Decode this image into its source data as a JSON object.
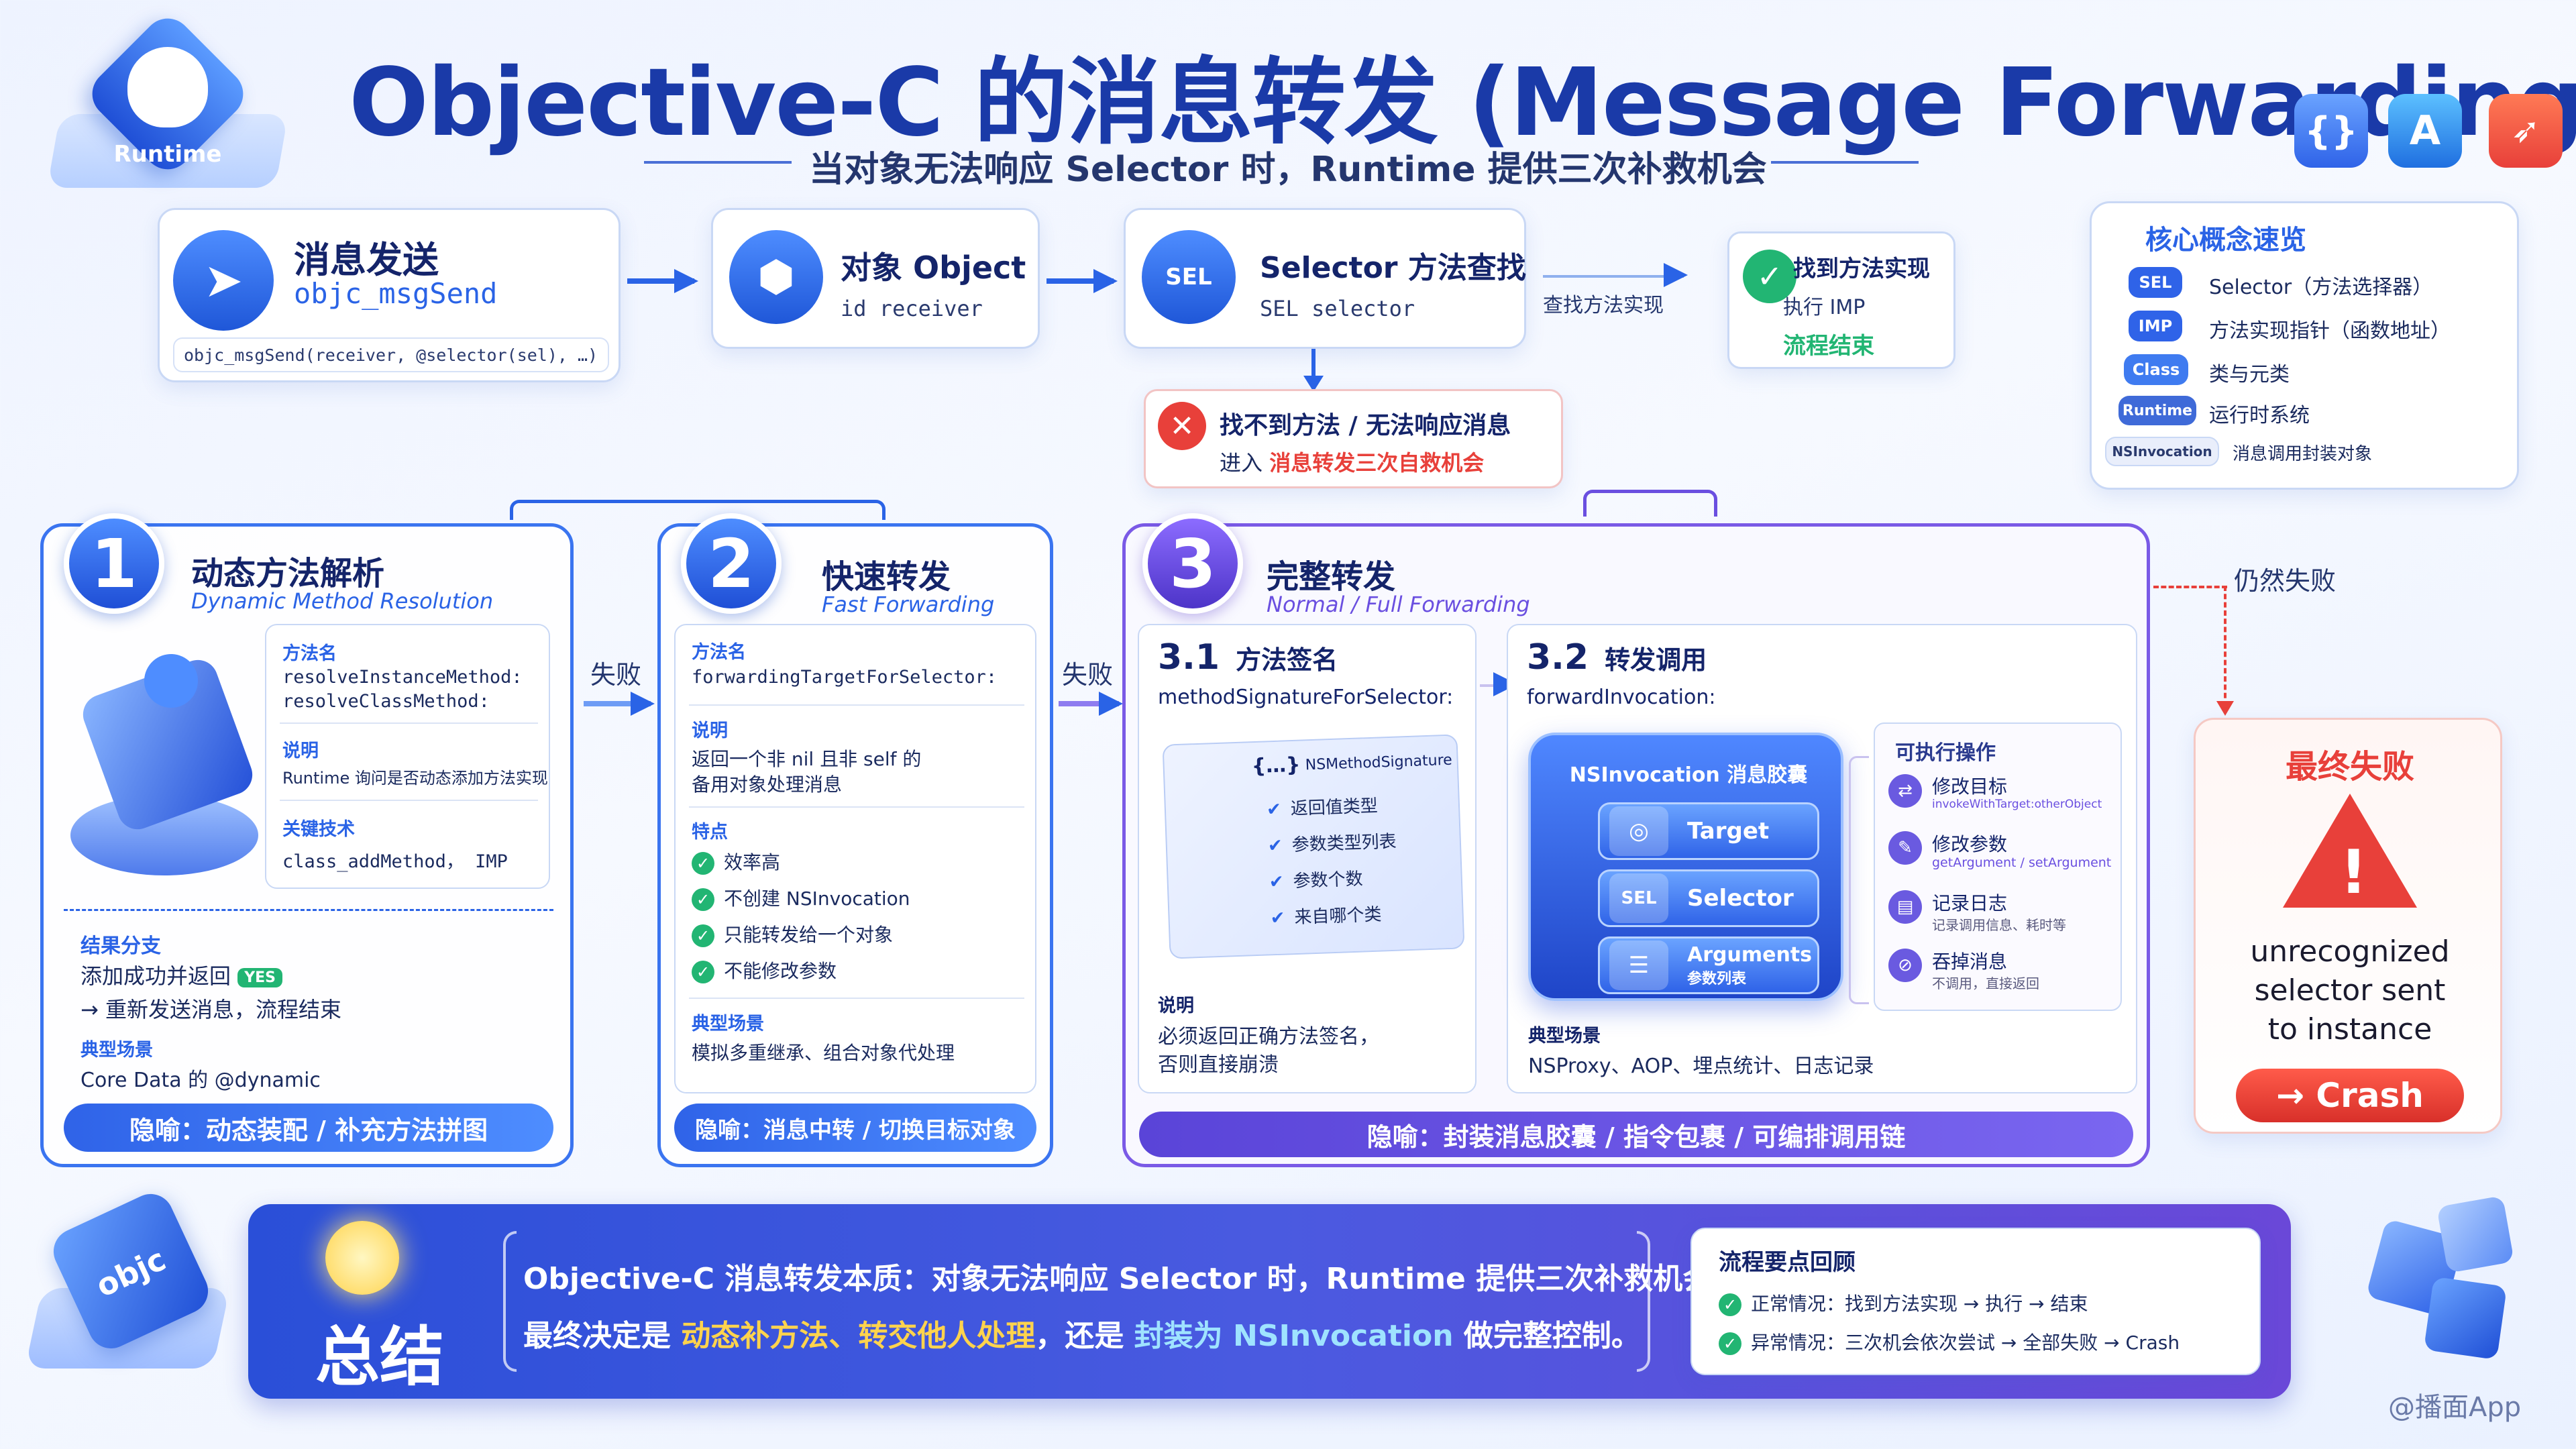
{
  "header": {
    "title": "Objective-C 的消息转发 (Message Forwarding)?",
    "subtitle": "当对象无法响应 Selector 时，Runtime 提供三次补救机会",
    "runtime_badge": "Runtime"
  },
  "flow": {
    "send": {
      "title": "消息发送",
      "func": "objc_msgSend",
      "code": "objc_msgSend(receiver, @selector(sel), …)"
    },
    "object": {
      "title": "对象 Object",
      "sub": "id receiver"
    },
    "lookup": {
      "title": "Selector 方法查找",
      "sub": "SEL selector",
      "icon_text": "SEL"
    },
    "found_label": "查找方法实现",
    "found": {
      "title": "找到方法实现",
      "sub": "执行 IMP",
      "end": "流程结束"
    },
    "notfound": {
      "title": "找不到方法 / 无法响应消息",
      "sub_prefix": "进入 ",
      "sub_highlight": "消息转发三次自救机会"
    }
  },
  "concepts": {
    "title": "核心概念速览",
    "items": [
      {
        "tag": "SEL",
        "text": "Selector（方法选择器）"
      },
      {
        "tag": "IMP",
        "text": "方法实现指针（函数地址）"
      },
      {
        "tag": "Class",
        "text": "类与元类"
      },
      {
        "tag": "Runtime",
        "text": "运行时系统"
      },
      {
        "tag": "NSInvocation",
        "text": "消息调用封装对象"
      }
    ]
  },
  "stage1": {
    "num": "1",
    "title": "动态方法解析",
    "subtitle": "Dynamic Method Resolution",
    "method_label": "方法名",
    "method1": "resolveInstanceMethod:",
    "method2": "resolveClassMethod:",
    "desc_label": "说明",
    "desc": "Runtime 询问是否动态添加方法实现",
    "tech_label": "关键技术",
    "tech": "class_addMethod， IMP",
    "branch_label": "结果分支",
    "branch1": "添加成功并返回",
    "yes": "YES",
    "branch2": "→ 重新发送消息，流程结束",
    "scene_label": "典型场景",
    "scene": "Core Data 的 @dynamic",
    "metaphor": "隐喻：动态装配 / 补充方法拼图"
  },
  "fail1": "失败",
  "stage2": {
    "num": "2",
    "title": "快速转发",
    "subtitle": "Fast Forwarding",
    "method_label": "方法名",
    "method": "forwardingTargetForSelector:",
    "desc_label": "说明",
    "desc1": "返回一个非 nil 且非 self 的",
    "desc2": "备用对象处理消息",
    "feat_label": "特点",
    "feats": [
      "效率高",
      "不创建 NSInvocation",
      "只能转发给一个对象",
      "不能修改参数"
    ],
    "scene_label": "典型场景",
    "scene": "模拟多重继承、组合对象代处理",
    "metaphor": "隐喻：消息中转 / 切换目标对象"
  },
  "fail2": "失败",
  "stage3": {
    "num": "3",
    "title": "完整转发",
    "subtitle": "Normal / Full Forwarding",
    "s31": {
      "num": "3.1",
      "title": "方法签名",
      "method": "methodSignatureForSelector:",
      "card_title": "NSMethodSignature",
      "card_icon": "{…}",
      "items": [
        "返回值类型",
        "参数类型列表",
        "参数个数",
        "来自哪个类"
      ],
      "desc_label": "说明",
      "desc1": "必须返回正确方法签名，",
      "desc2": "否则直接崩溃"
    },
    "s32": {
      "num": "3.2",
      "title": "转发调用",
      "method": "forwardInvocation:",
      "capsule_title": "NSInvocation 消息胶囊",
      "pills": [
        {
          "icon": "◎",
          "label": "Target",
          "sub": ""
        },
        {
          "icon": "SEL",
          "label": "Selector",
          "sub": ""
        },
        {
          "icon": "☰",
          "label": "Arguments",
          "sub": "参数列表"
        }
      ],
      "ops_title": "可执行操作",
      "ops": [
        {
          "title": "修改目标",
          "sub": "invokeWithTarget:otherObject"
        },
        {
          "title": "修改参数",
          "sub": "getArgument / setArgument"
        },
        {
          "title": "记录日志",
          "sub": "记录调用信息、耗时等"
        },
        {
          "title": "吞掉消息",
          "sub": "不调用，直接返回"
        }
      ],
      "scene_label": "典型场景",
      "scene": "NSProxy、AOP、埋点统计、日志记录"
    },
    "metaphor": "隐喻：封装消息胶囊 / 指令包裹 / 可编排调用链"
  },
  "still_fail": "仍然失败",
  "final": {
    "title": "最终失败",
    "msg1": "unrecognized",
    "msg2": "selector sent",
    "msg3": "to instance",
    "crash": "→ Crash"
  },
  "summary": {
    "label": "总结",
    "line1": "Objective-C 消息转发本质：对象无法响应 Selector 时，Runtime 提供三次补救机会，",
    "line2a": "最终决定是 ",
    "line2b": "动态补方法、转交他人处理",
    "line2c": "，还是 ",
    "line2d": "封装为 NSInvocation",
    "line2e": " 做完整控制。",
    "review_title": "流程要点回顾",
    "review1": "正常情况：找到方法实现 → 执行 → 结束",
    "review2": "异常情况：三次机会依次尝试 → 全部失败 → Crash"
  },
  "objc_badge": "objc",
  "watermark": "@播面App",
  "colors": {
    "primary": "#2a63e6",
    "purple": "#6a4fe0",
    "danger": "#e8403a",
    "success": "#22b573"
  }
}
